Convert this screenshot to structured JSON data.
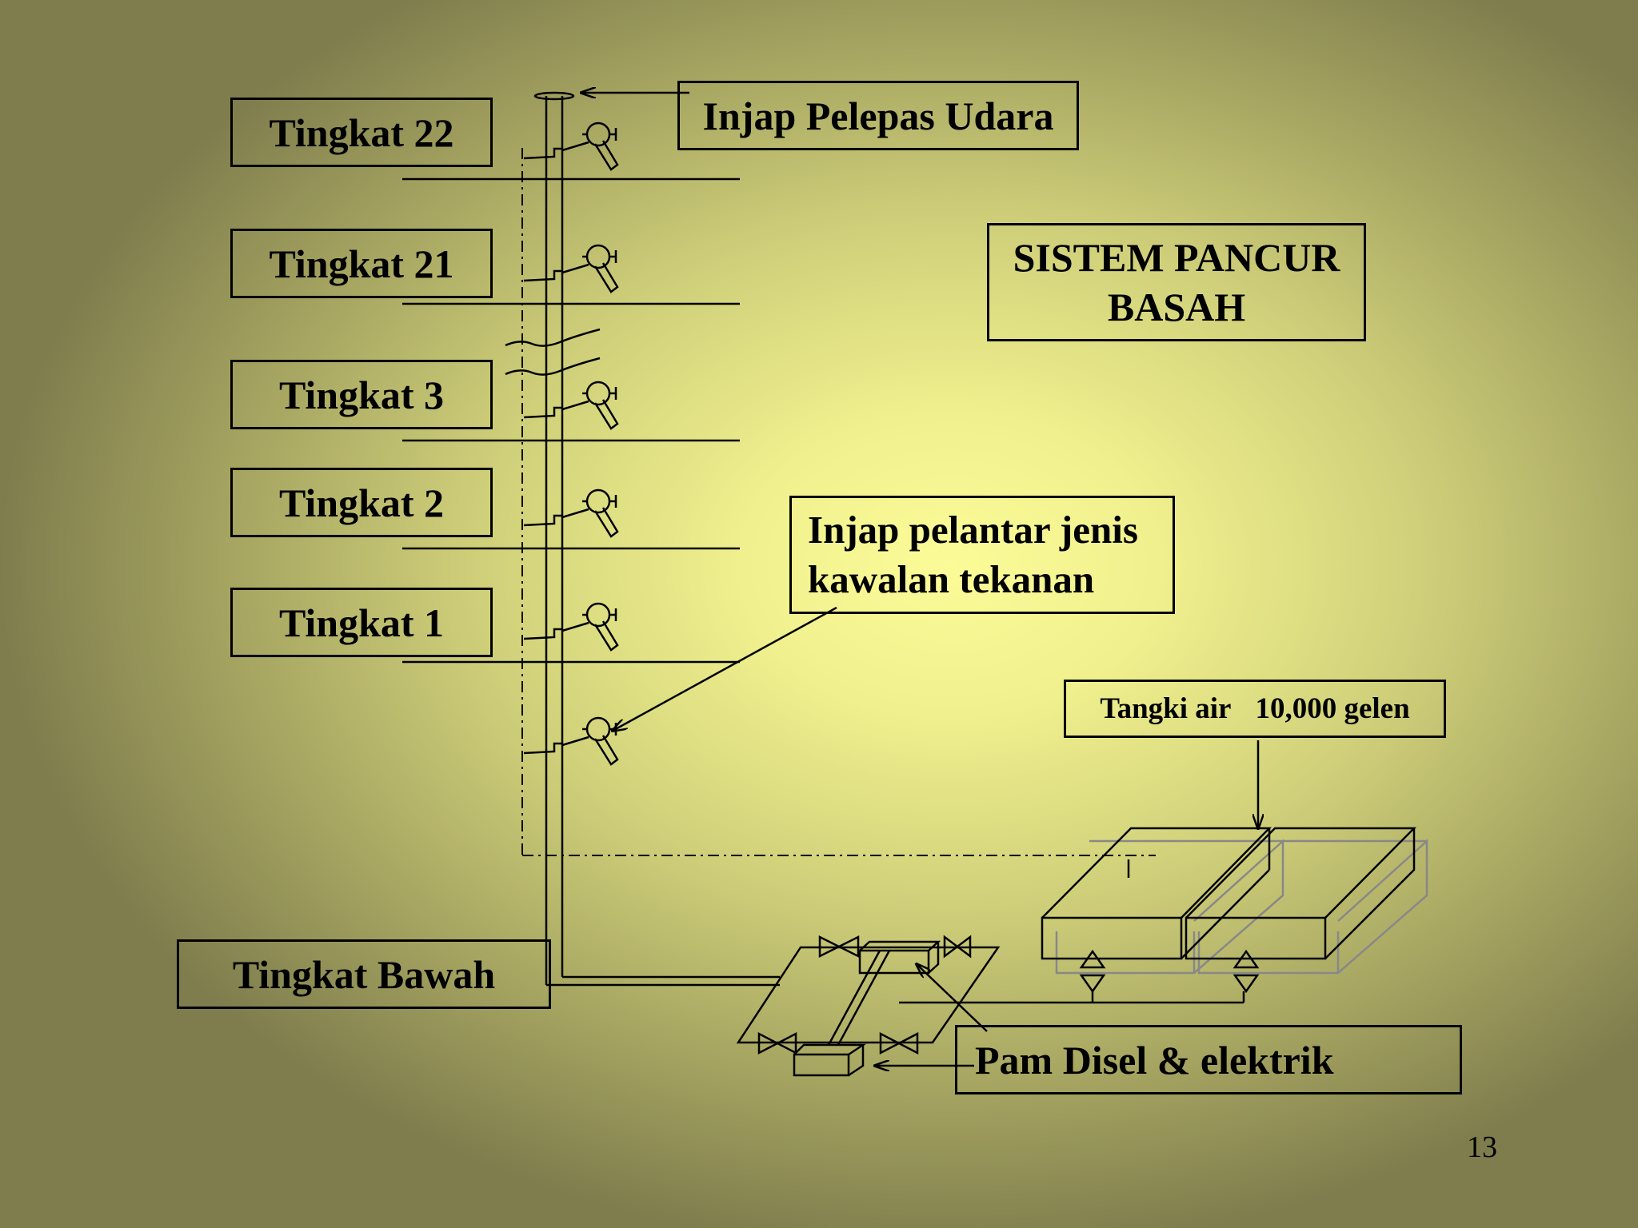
{
  "labels": {
    "floor_22": "Tingkat 22",
    "floor_21": "Tingkat 21",
    "floor_3": "Tingkat 3",
    "floor_2": "Tingkat 2",
    "floor_1": "Tingkat 1",
    "ground": "Tingkat Bawah",
    "air_release_valve": "Injap Pelepas Udara",
    "title_line1": "SISTEM PANCUR",
    "title_line2": "BASAH",
    "valve_line1": "Injap pelantar jenis",
    "valve_line2": "kawalan tekanan",
    "tank_name": "Tangki air",
    "tank_capacity": "10,000 gelen",
    "pump": "Pam Disel & elektrik"
  },
  "page_number": "13"
}
